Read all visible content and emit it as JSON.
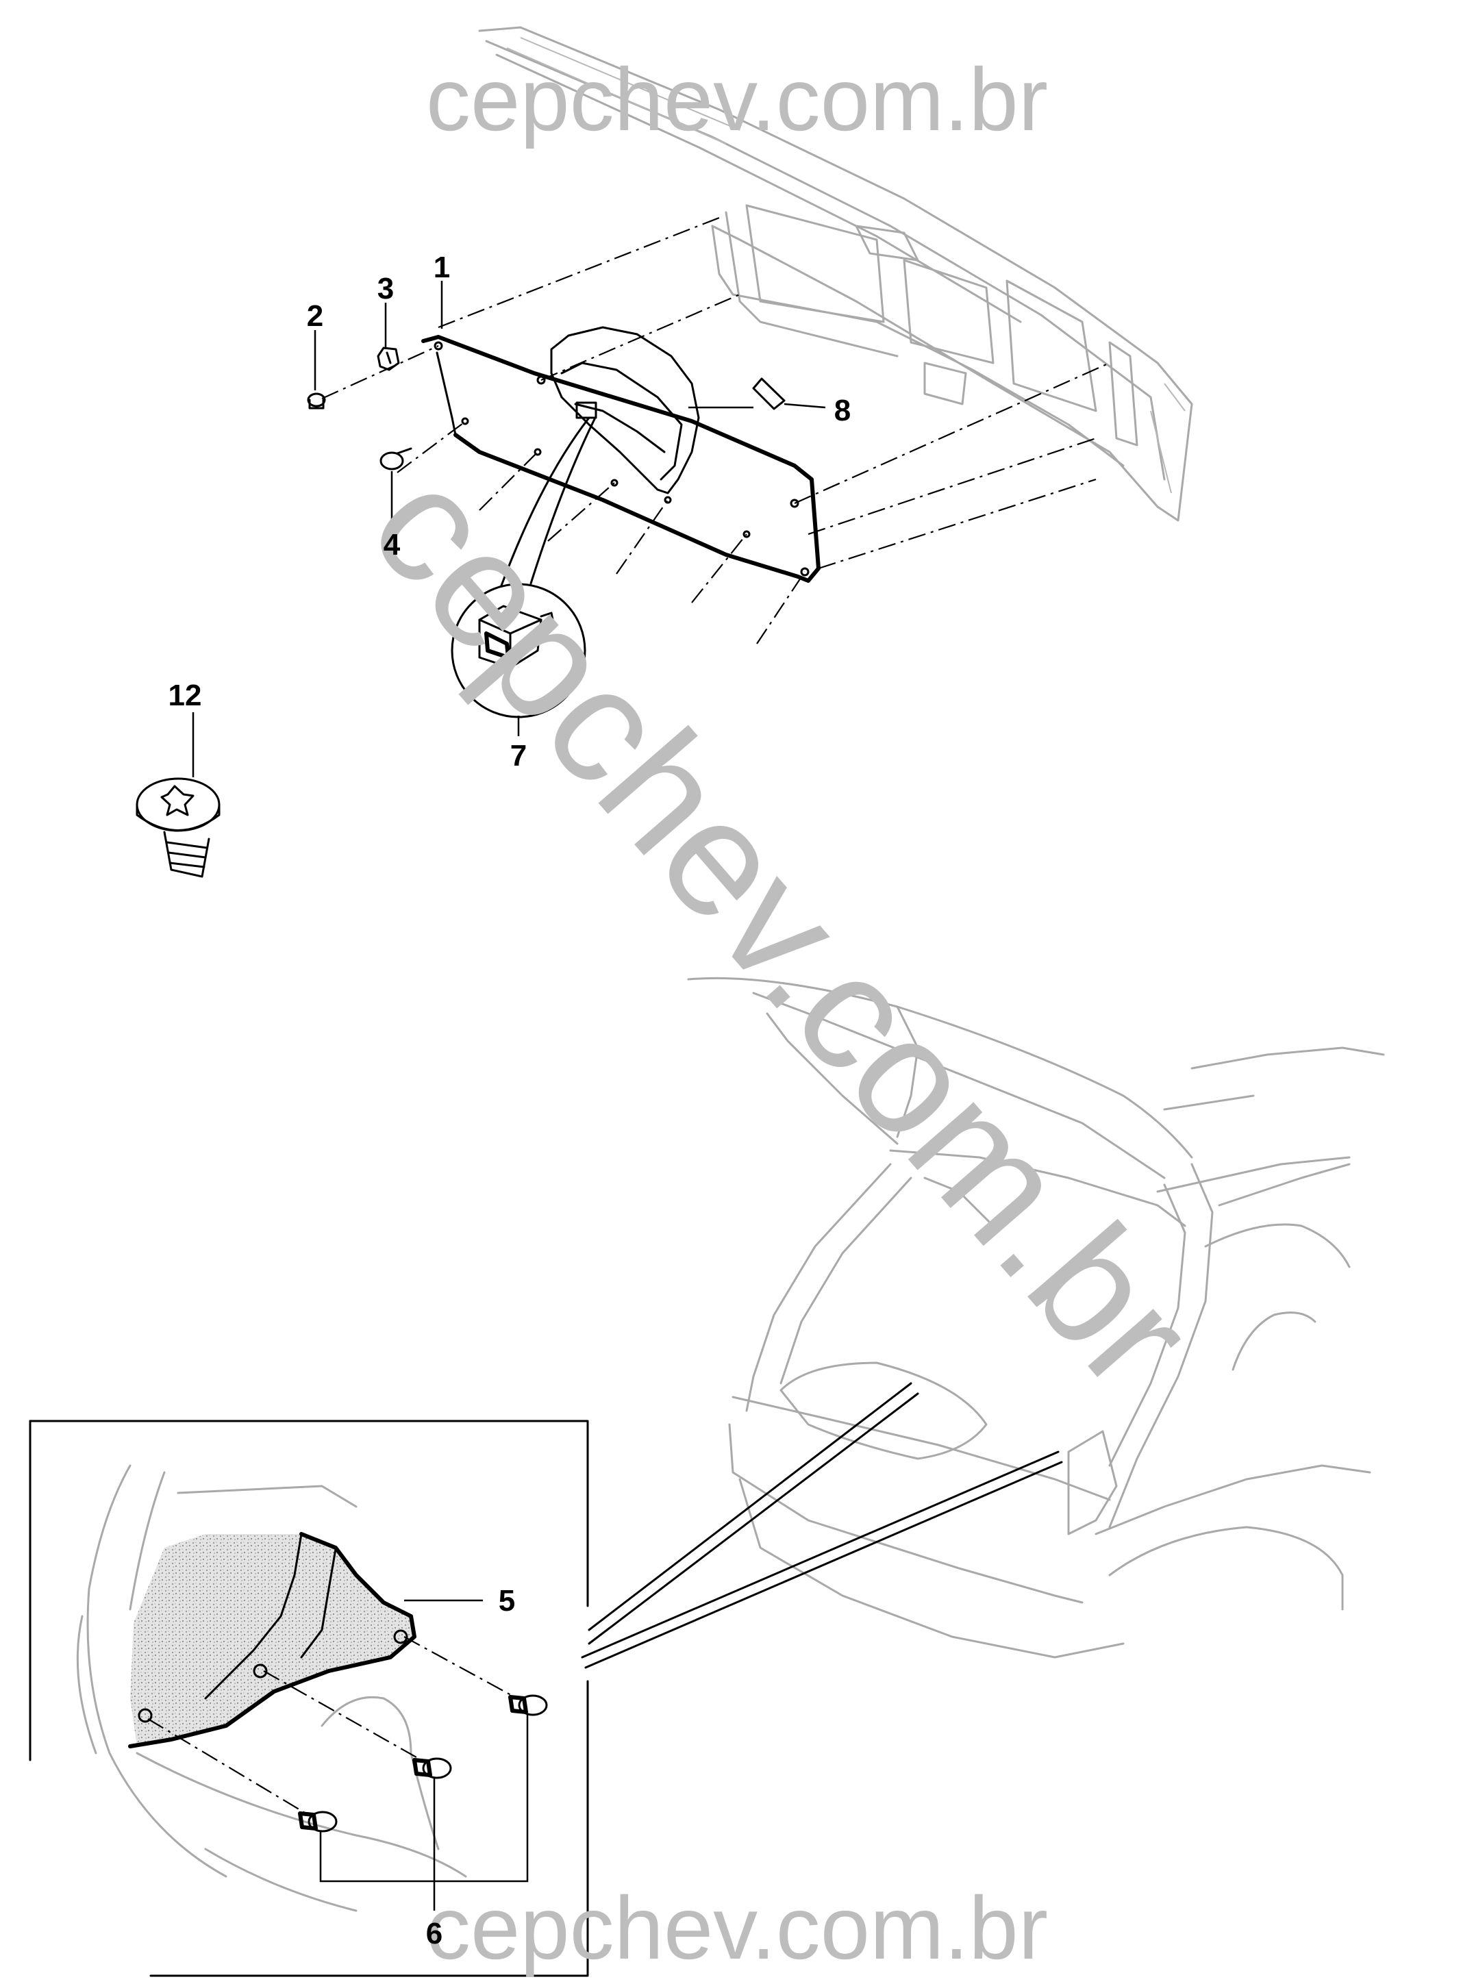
{
  "watermarks": {
    "top": "cepchev.com.br",
    "diagonal": "cepchev.com.br",
    "bottom": "cepchev.com.br"
  },
  "callouts": {
    "c1": "1",
    "c2": "2",
    "c3": "3",
    "c4": "4",
    "c5": "5",
    "c6": "6",
    "c7": "7",
    "c8": "8",
    "c12": "12"
  },
  "colors": {
    "ink": "#000000",
    "ghost": "#a9a9a9",
    "watermark": "#bdbdbd",
    "carpet": "#d0d0d0"
  }
}
